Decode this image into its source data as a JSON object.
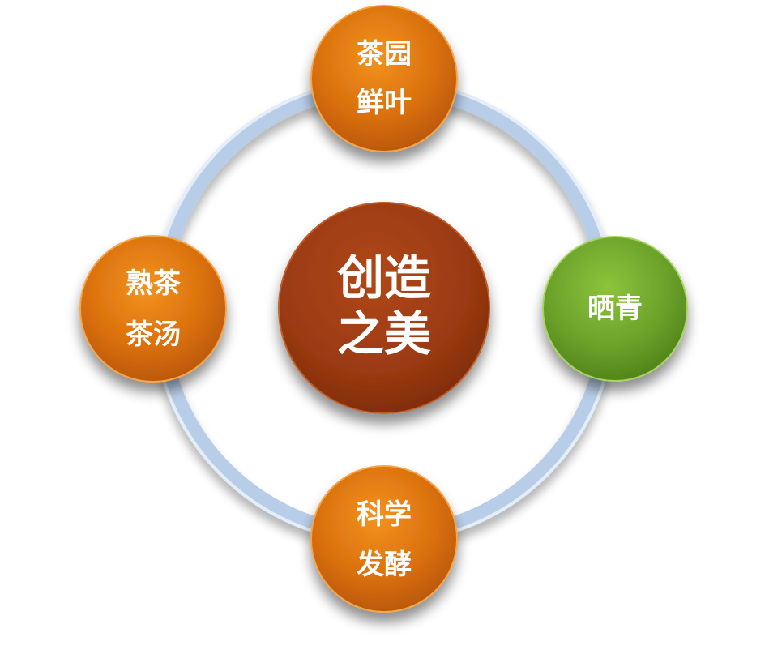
{
  "center": {
    "line1": "创造",
    "line2": "之美",
    "color": "#9a3a12"
  },
  "nodes": {
    "top": {
      "line1": "茶园",
      "line2": "鲜叶",
      "color": "#d96f0c"
    },
    "right": {
      "line1": "晒青",
      "color": "#6aa12a"
    },
    "bottom": {
      "line1": "科学",
      "line2": "发酵",
      "color": "#d96f0c"
    },
    "left": {
      "line1": "熟茶",
      "line2": "茶汤",
      "color": "#d96f0c"
    }
  },
  "ring_color": "#b8cde8"
}
